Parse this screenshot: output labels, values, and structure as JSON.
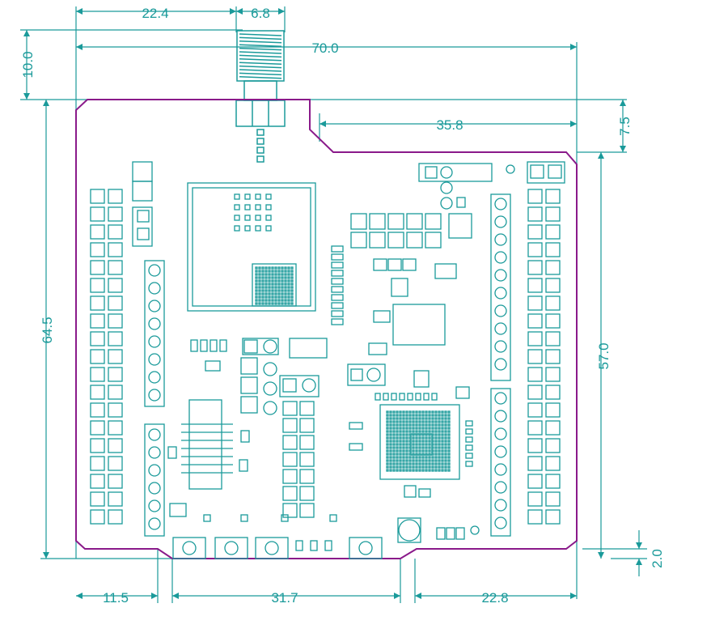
{
  "colors": {
    "outline": "#8a1a8a",
    "teal": "#1a9a9a",
    "background": "#ffffff"
  },
  "dimensions": {
    "top_left_offset": "22.4",
    "antenna_width": "6.8",
    "overall_width": "70.0",
    "antenna_height": "10.0",
    "notch_width": "35.8",
    "notch_depth": "7.5",
    "left_height": "64.5",
    "right_height": "57.0",
    "bottom_left": "11.5",
    "bottom_middle": "31.7",
    "bottom_right": "22.8",
    "bottom_notch_depth": "2.0"
  }
}
